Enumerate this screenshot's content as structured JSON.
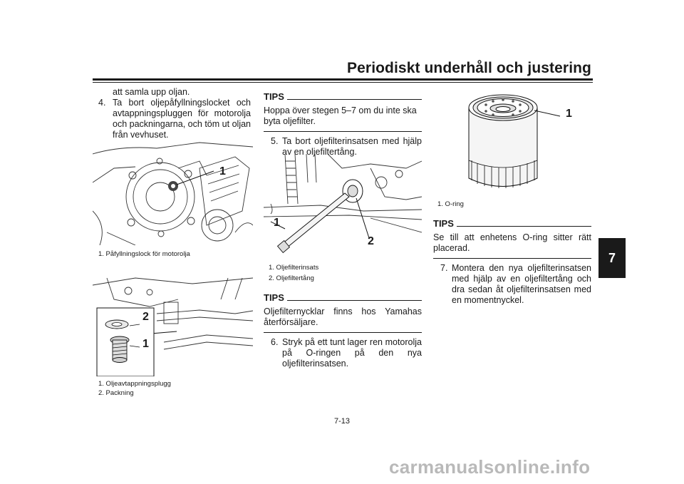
{
  "header": {
    "title": "Periodiskt underhåll och justering"
  },
  "chapter_tab": "7",
  "page_number": "7-13",
  "left_column": {
    "intro_continuation": "att samla upp oljan.",
    "step4": {
      "num": "4.",
      "text": "Ta bort oljepåfyllningslocket och av­tappningspluggen för motorolja och packningarna, och töm ut oljan från vevhuset."
    },
    "figure1": {
      "callout_1": "1",
      "caption_1": "1. Påfyllningslock för motorolja"
    },
    "figure2": {
      "callout_1": "1",
      "callout_2": "2",
      "caption_1": "1. Oljeavtappningsplugg",
      "caption_2": "2. Packning"
    }
  },
  "middle_column": {
    "tips1": {
      "heading": "TIPS",
      "text": "Hoppa över stegen 5–7 om du inte ska byta oljefilter."
    },
    "step5": {
      "num": "5.",
      "text": "Ta bort oljefilterinsatsen med hjälp av en oljefiltertång."
    },
    "figure3": {
      "callout_1": "1",
      "callout_2": "2",
      "caption_1": "1. Oljefilterinsats",
      "caption_2": "2. Oljefiltertång"
    },
    "tips2": {
      "heading": "TIPS",
      "text": "Oljefilternycklar finns hos Yamahas återför­säljare."
    },
    "step6": {
      "num": "6.",
      "text": "Stryk på ett tunt lager ren motorolja på O-ringen på den nya oljefilterinsatsen."
    }
  },
  "right_column": {
    "figure4": {
      "callout_1": "1",
      "caption_1": "1. O-ring"
    },
    "tips3": {
      "heading": "TIPS",
      "text": "Se till att enhetens O-ring sitter rätt place­rad."
    },
    "step7": {
      "num": "7.",
      "text": "Montera den nya oljefilterinsatsen med hjälp av en oljefiltertång och dra sedan åt oljefilterinsatsen med en mo­mentnyckel."
    }
  },
  "watermark": "carmanualsonline.info"
}
